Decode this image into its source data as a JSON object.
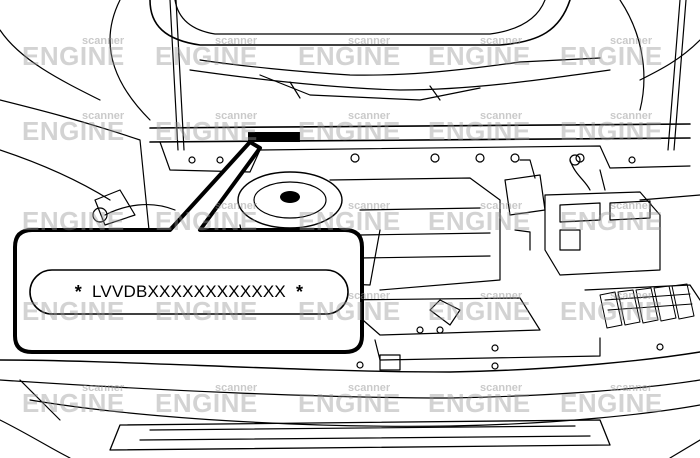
{
  "vin_callout": {
    "prefix_mark": "*",
    "vin": "LVVDBXXXXXXXXXXXX",
    "suffix_mark": "*"
  },
  "watermark": {
    "brand": "ENGINE",
    "sub": "scanner"
  }
}
